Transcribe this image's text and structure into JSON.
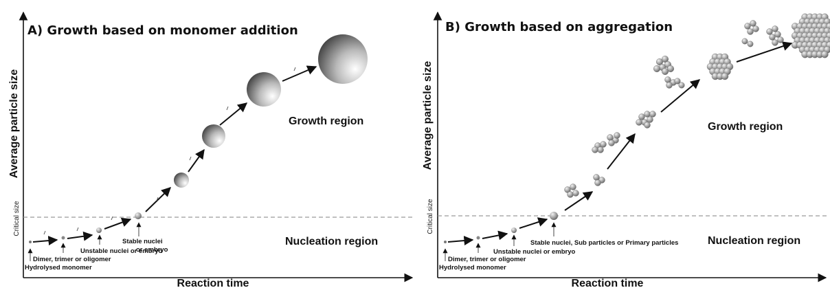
{
  "panel_a": {
    "title": "A) Growth based on monomer addition",
    "x_axis_label": "Reaction time",
    "y_axis_label": "Average particle size",
    "critical_label": "Critical size",
    "growth_label": "Growth region",
    "nucleation_label": "Nucleation region",
    "stages": {
      "hydrolysed": "Hydrolysed monomer",
      "dimer": "Dimer, trimer or oligomer",
      "unstable": "Unstable nuclei or embryo",
      "stable_line1": "Stable nuclei",
      "stable_line2": "or embryo"
    }
  },
  "panel_b": {
    "title": "B) Growth based on aggregation",
    "x_axis_label": "Reaction time",
    "y_axis_label": "Average particle size",
    "critical_label": "Critical size",
    "growth_label": "Growth region",
    "nucleation_label": "Nucleation region",
    "stages": {
      "hydrolysed": "Hydrolysed monomer",
      "dimer": "Dimer, trimer or oligomer",
      "unstable": "Unstable nuclei or embryo",
      "stable": "Stable nuclei, Sub particles or Primary particles"
    }
  },
  "colors": {
    "axis": "#222222",
    "dashed_line": "#9a9a9a",
    "sphere_light": "#ffffff",
    "sphere_dark": "#4a4a4a"
  }
}
